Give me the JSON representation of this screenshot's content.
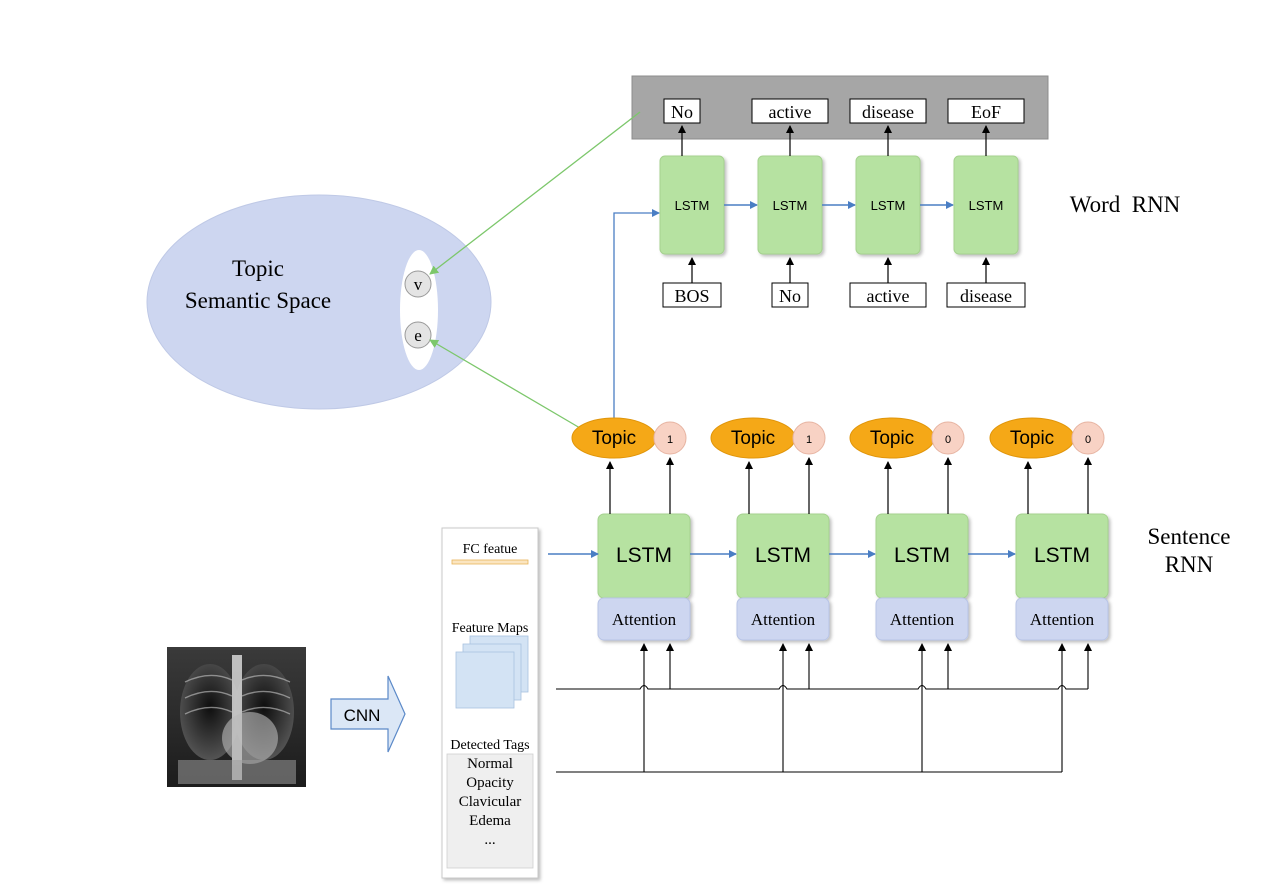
{
  "semantic_space": {
    "title_line1": "Topic",
    "title_line2": "Semantic Space",
    "node_v": "v",
    "node_e": "e"
  },
  "word_rnn": {
    "label": "Word  RNN",
    "outputs": [
      "No",
      "active",
      "disease",
      "EoF"
    ],
    "cells": [
      "LSTM",
      "LSTM",
      "LSTM",
      "LSTM"
    ],
    "inputs": [
      "BOS",
      "No",
      "active",
      "disease"
    ]
  },
  "sentence_rnn": {
    "label_line1": "Sentence",
    "label_line2": "RNN",
    "topics": [
      "Topic",
      "Topic",
      "Topic",
      "Topic"
    ],
    "stop_flags": [
      "1",
      "1",
      "0",
      "0"
    ],
    "cells": [
      "LSTM",
      "LSTM",
      "LSTM",
      "LSTM"
    ],
    "attention": [
      "Attention",
      "Attention",
      "Attention",
      "Attention"
    ]
  },
  "features": {
    "fc_label": "FC featue",
    "maps_label": "Feature Maps",
    "tags_label": "Detected Tags",
    "tags": [
      "Normal",
      "Opacity",
      "Clavicular",
      "Edema",
      "..."
    ]
  },
  "cnn": {
    "label": "CNN"
  },
  "colors": {
    "lstm_fill": "#b6e2a1",
    "attention_fill": "#cdd6f0",
    "topic_fill": "#f5a817",
    "stop_fill": "#f8d2c4",
    "space_fill": "#cdd6f0",
    "output_bar": "#a6a6a6",
    "blue_arrow": "#4a7ec4",
    "green_arrow": "#7cc76b"
  }
}
